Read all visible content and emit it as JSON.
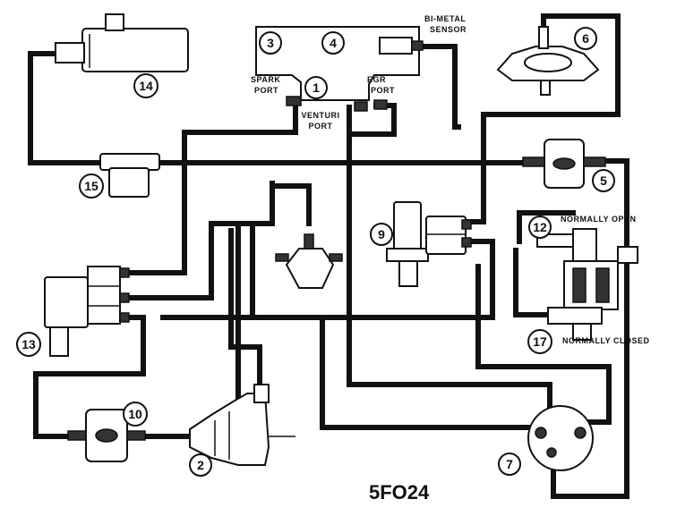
{
  "labels": {
    "bimetal_line1": "BI-METAL",
    "bimetal_line2": "SENSOR",
    "spark_line1": "SPARK",
    "spark_line2": "PORT",
    "egr_line1": "EGR",
    "egr_line2": "PORT",
    "venturi_line1": "VENTURI",
    "venturi_line2": "PORT",
    "normally_open": "NORMALLY OPEN",
    "normally_closed": "NORMALLY CLOSED"
  },
  "callouts": {
    "c1": "1",
    "c2": "2",
    "c3": "3",
    "c4": "4",
    "c5": "5",
    "c6": "6",
    "c7": "7",
    "c9": "9",
    "c10": "10",
    "c12": "12",
    "c13": "13",
    "c14": "14",
    "c15": "15",
    "c17": "17"
  },
  "figure_code": "5FO24"
}
